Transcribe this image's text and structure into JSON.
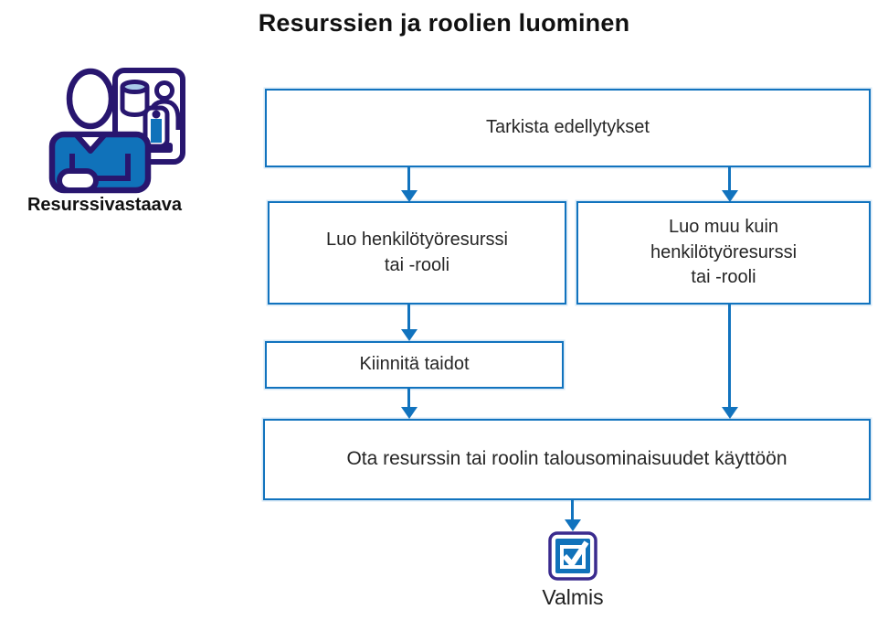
{
  "diagram": {
    "title": "Resurssien ja roolien luominen",
    "type": "flowchart"
  },
  "actor": {
    "label": "Resurssivastaava",
    "icon": "resource-manager-icon"
  },
  "nodes": {
    "check": {
      "label": "Tarkista edellytykset"
    },
    "create_person": {
      "label": "Luo henkilötyöresurssi\ntai -rooli"
    },
    "create_nonperson": {
      "label": "Luo muu kuin\nhenkilötyöresurssi\ntai -rooli"
    },
    "attach_skills": {
      "label": "Kiinnitä taidot"
    },
    "enable_finance": {
      "label": "Ota resurssin tai roolin talousominaisuudet käyttöön"
    }
  },
  "terminal": {
    "label": "Valmis",
    "icon": "checkbox-checked-icon"
  },
  "connections": [
    {
      "from": "check",
      "to": "create_person"
    },
    {
      "from": "check",
      "to": "create_nonperson"
    },
    {
      "from": "create_person",
      "to": "attach_skills"
    },
    {
      "from": "attach_skills",
      "to": "enable_finance"
    },
    {
      "from": "create_nonperson",
      "to": "enable_finance"
    },
    {
      "from": "enable_finance",
      "to": "terminal"
    }
  ],
  "colors": {
    "connector_blue": "#1173BE",
    "node_border": "#1173BE",
    "node_fill": "#FFFFFF",
    "node_text": "#262626",
    "icon_outline": "#28166F",
    "icon_fill": "#1072BA",
    "icon_light_blue": "#A9CBE8",
    "title_text": "#111111"
  }
}
